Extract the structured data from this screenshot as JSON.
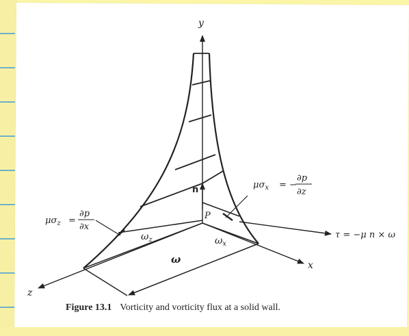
{
  "figure": {
    "label": "Figure 13.1",
    "caption": "Vorticity and vorticity flux at a solid wall."
  },
  "axes": {
    "y": "y",
    "x": "x",
    "z": "z"
  },
  "labels": {
    "normal": "n",
    "point": "P",
    "omega": "ω",
    "omega_x": "ω",
    "omega_x_sub": "x",
    "omega_z": "ω",
    "omega_z_sub": "z",
    "tau": "τ = −μ n × ω"
  },
  "equations": {
    "sigma_z": {
      "lhs": "μσ",
      "sub": "z",
      "eq": "=",
      "num": "∂p",
      "den": "∂x"
    },
    "sigma_x": {
      "lhs": "μσ",
      "sub": "x",
      "eq": "= −",
      "num": "∂p",
      "den": "∂z"
    }
  }
}
